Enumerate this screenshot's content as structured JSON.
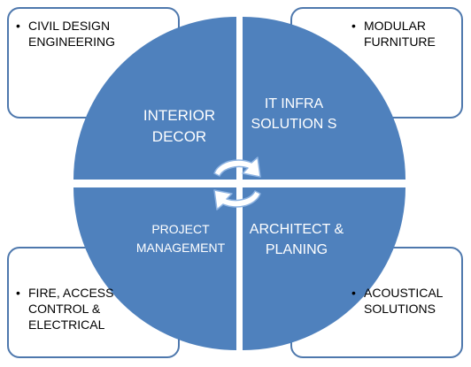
{
  "corners": {
    "top_left": "CIVIL DESIGN ENGINEERING",
    "top_right": "MODULAR FURNITURE",
    "bottom_left": "FIRE, ACCESS CONTROL & ELECTRICAL",
    "bottom_right": "ACOUSTICAL SOLUTIONS"
  },
  "quadrants": {
    "top_left": "INTERIOR DECOR",
    "top_right": "IT INFRA SOLUTION S",
    "bottom_left": "PROJECT MANAGEMENT",
    "bottom_right": "ARCHITECT & PLANING"
  },
  "colors": {
    "quadrant_fill": "#4f81bd",
    "box_border": "#4e78ad",
    "arrow_fill": "#ffffff",
    "arrow_stroke": "#8db3e2"
  },
  "icons": {
    "center": "circular-arrows-icon"
  }
}
